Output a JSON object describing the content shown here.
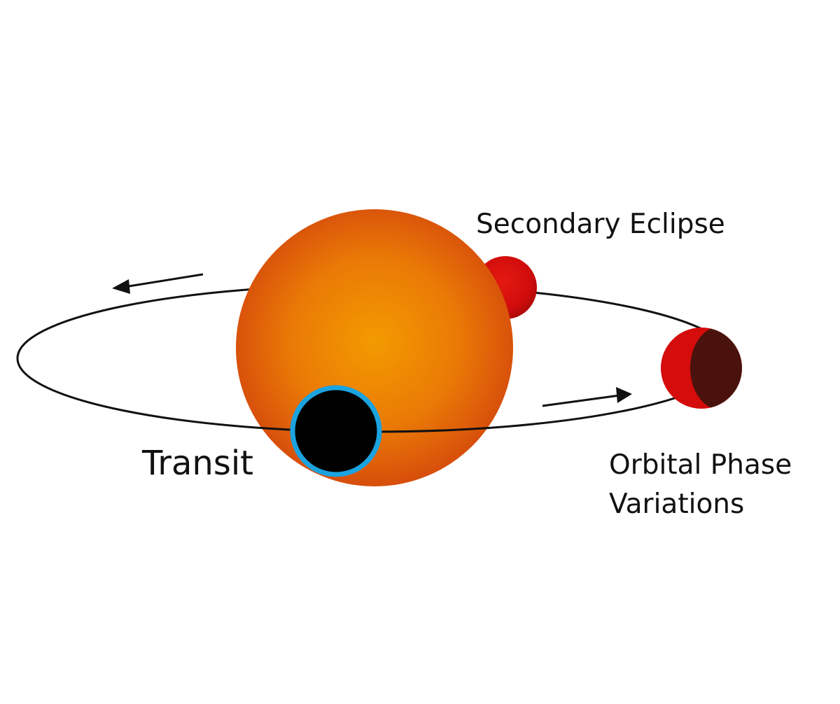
{
  "labels": {
    "secondary_eclipse": "Secondary Eclipse",
    "transit": "Transit",
    "orbital_phase_line1": "Orbital Phase",
    "orbital_phase_line2": "Variations"
  },
  "colors": {
    "background": "#ffffff",
    "star_center": "#f29400",
    "star_edge": "#d4480c",
    "planet_red": "#e01010",
    "planet_dark_red": "#a00000",
    "planet_night_side": "#4a120c",
    "transit_planet": "#000000",
    "transit_ring": "#1ba3e0",
    "orbit_line": "#111111"
  },
  "icons": {
    "orbit_direction_top": "arrow-left-icon",
    "orbit_direction_bottom": "arrow-right-icon"
  }
}
